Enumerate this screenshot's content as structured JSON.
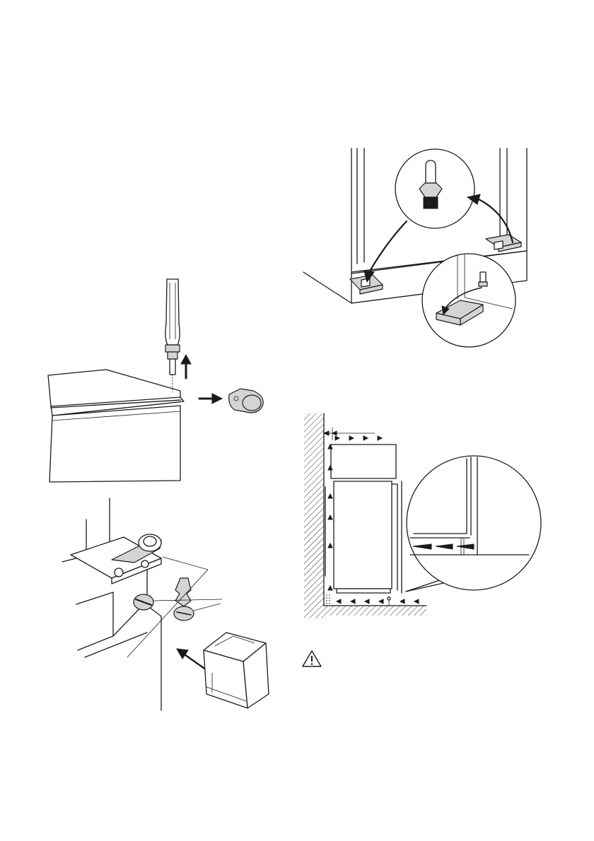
{
  "page": {
    "figures": [
      {
        "id": "fig-screwdriver-hinge-cover"
      },
      {
        "id": "fig-hinge-pin-transfer"
      },
      {
        "id": "fig-hinge-cover-screw"
      },
      {
        "id": "fig-ventilation-clearance"
      }
    ],
    "warning": {
      "icon": "warning-triangle-icon",
      "text": ""
    }
  }
}
